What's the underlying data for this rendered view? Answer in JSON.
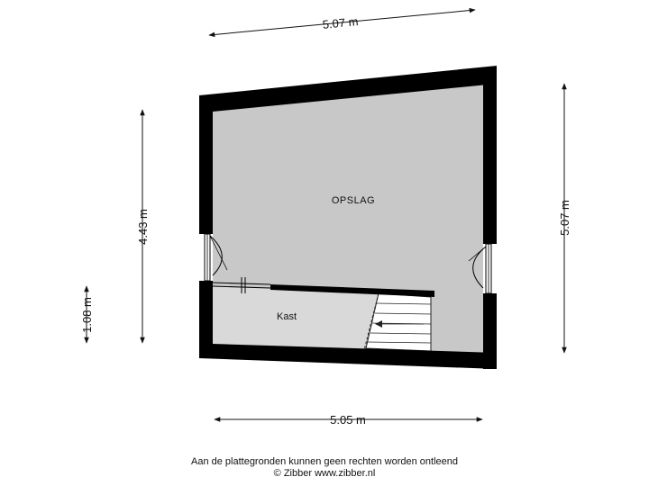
{
  "dimensions": {
    "top": "5.07 m",
    "left_tall": "4.43 m",
    "left_short": "1.08 m",
    "right": "5.07 m",
    "bottom": "5.05 m"
  },
  "rooms": {
    "main": "OPSLAG",
    "closet": "Kast"
  },
  "footer": {
    "disclaimer": "Aan de plattegronden kunnen geen rechten worden ontleend",
    "copyright": "© Zibber www.zibber.nl"
  },
  "colors": {
    "wall": "#000000",
    "floor_main": "#c8c8c8",
    "floor_closet": "#d9d9d9",
    "stairs": "#ffffff"
  }
}
